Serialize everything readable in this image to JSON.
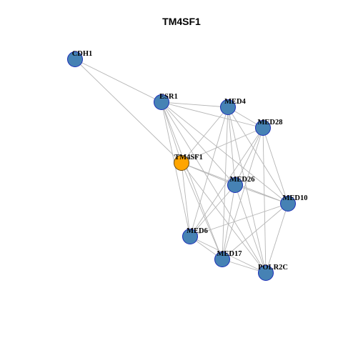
{
  "title": "TM4SF1",
  "colors": {
    "node_default": "#4682B4",
    "node_highlight": "#FFA500",
    "node_stroke": "#1C2DB8",
    "edge": "#B5B5B5",
    "background": "#FFFFFF"
  },
  "nodes": [
    {
      "id": "CDH1",
      "label": "CDH1",
      "highlight": false
    },
    {
      "id": "ESR1",
      "label": "ESR1",
      "highlight": false
    },
    {
      "id": "MED4",
      "label": "MED4",
      "highlight": false
    },
    {
      "id": "MED28",
      "label": "MED28",
      "highlight": false
    },
    {
      "id": "TM4SF1",
      "label": "TM4SF1",
      "highlight": true
    },
    {
      "id": "MED26",
      "label": "MED26",
      "highlight": false
    },
    {
      "id": "MED10",
      "label": "MED10",
      "highlight": false
    },
    {
      "id": "MED6",
      "label": "MED6",
      "highlight": false
    },
    {
      "id": "MED17",
      "label": "MED17",
      "highlight": false
    },
    {
      "id": "POLR2C",
      "label": "POLR2C",
      "highlight": false
    }
  ],
  "edges": [
    [
      "CDH1",
      "ESR1"
    ],
    [
      "CDH1",
      "TM4SF1"
    ],
    [
      "ESR1",
      "MED4"
    ],
    [
      "ESR1",
      "MED28"
    ],
    [
      "ESR1",
      "TM4SF1"
    ],
    [
      "ESR1",
      "MED26"
    ],
    [
      "ESR1",
      "MED10"
    ],
    [
      "ESR1",
      "MED6"
    ],
    [
      "ESR1",
      "MED17"
    ],
    [
      "ESR1",
      "POLR2C"
    ],
    [
      "MED4",
      "MED28"
    ],
    [
      "MED4",
      "TM4SF1"
    ],
    [
      "MED4",
      "MED26"
    ],
    [
      "MED4",
      "MED10"
    ],
    [
      "MED4",
      "MED6"
    ],
    [
      "MED4",
      "MED17"
    ],
    [
      "MED4",
      "POLR2C"
    ],
    [
      "MED28",
      "TM4SF1"
    ],
    [
      "MED28",
      "MED26"
    ],
    [
      "MED28",
      "MED10"
    ],
    [
      "MED28",
      "MED6"
    ],
    [
      "MED28",
      "MED17"
    ],
    [
      "MED28",
      "POLR2C"
    ],
    [
      "TM4SF1",
      "MED26"
    ],
    [
      "TM4SF1",
      "MED10"
    ],
    [
      "TM4SF1",
      "MED6"
    ],
    [
      "TM4SF1",
      "MED17"
    ],
    [
      "TM4SF1",
      "POLR2C"
    ],
    [
      "MED26",
      "MED10"
    ],
    [
      "MED26",
      "MED6"
    ],
    [
      "MED26",
      "MED17"
    ],
    [
      "MED26",
      "POLR2C"
    ],
    [
      "MED10",
      "MED6"
    ],
    [
      "MED10",
      "MED17"
    ],
    [
      "MED10",
      "POLR2C"
    ],
    [
      "MED6",
      "MED17"
    ],
    [
      "MED6",
      "POLR2C"
    ],
    [
      "MED17",
      "POLR2C"
    ]
  ]
}
